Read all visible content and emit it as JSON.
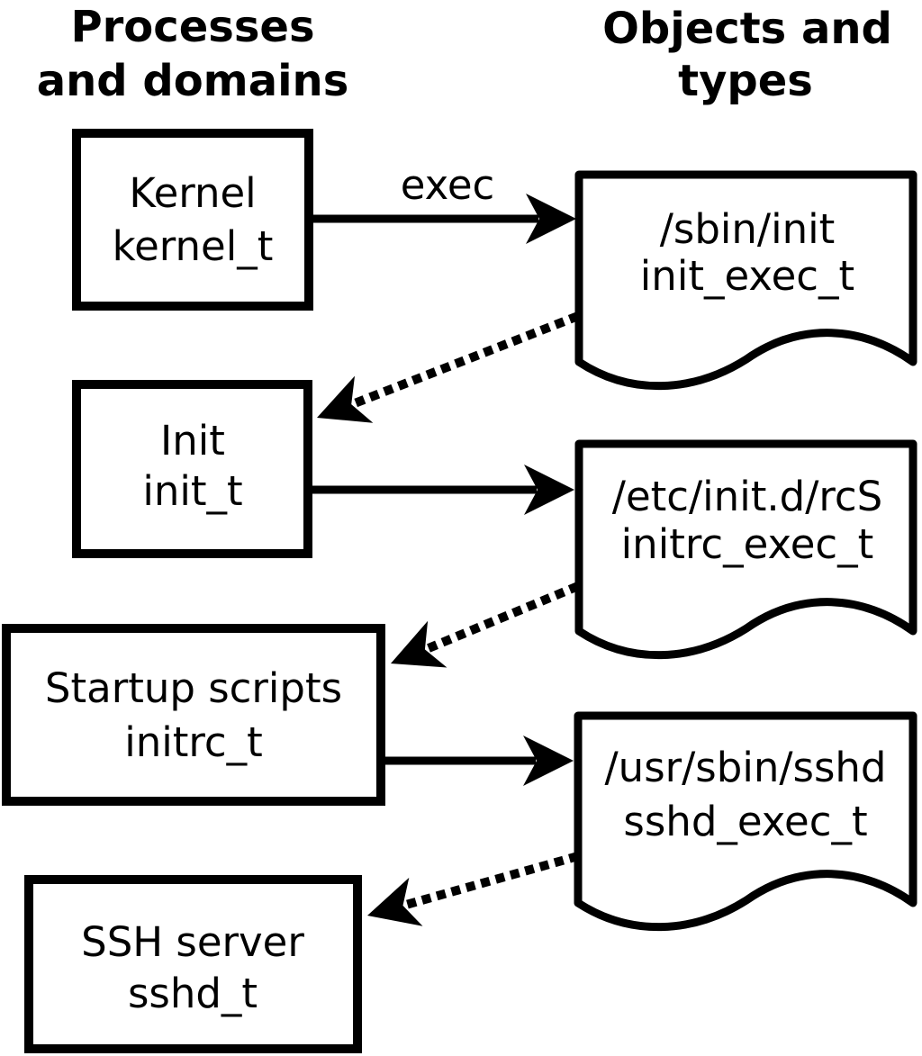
{
  "headers": {
    "left": {
      "line1": "Processes",
      "line2": "and domains"
    },
    "right": {
      "line1": "Objects and",
      "line2": "types"
    }
  },
  "nodes": {
    "processes": [
      {
        "label": "Kernel",
        "type": "kernel_t"
      },
      {
        "label": "Init",
        "type": "init_t"
      },
      {
        "label": "Startup scripts",
        "type": "initrc_t"
      },
      {
        "label": "SSH server",
        "type": "sshd_t"
      }
    ],
    "objects": [
      {
        "path": "/sbin/init",
        "type": "init_exec_t"
      },
      {
        "path": "/etc/init.d/rcS",
        "type": "initrc_exec_t"
      },
      {
        "path": "/usr/sbin/sshd",
        "type": "sshd_exec_t"
      }
    ]
  },
  "edges": {
    "exec_label": "exec",
    "solid_style": "exec arrow",
    "dotted_style": "domain transition arrow"
  },
  "colors": {
    "ink": "#000000",
    "background": "#ffffff"
  }
}
